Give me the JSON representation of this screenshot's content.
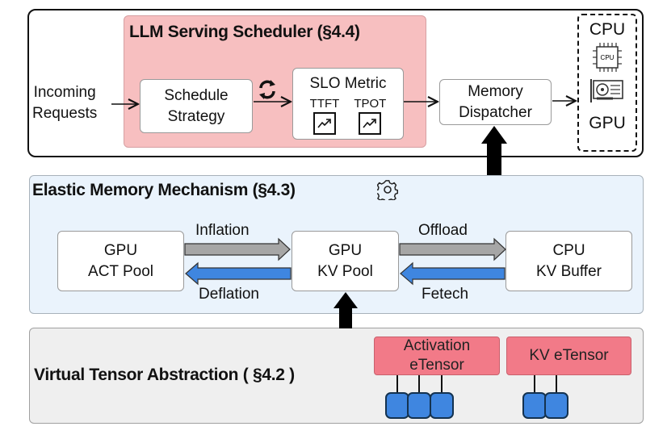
{
  "scheduler": {
    "title": "LLM Serving Scheduler (§4.4)",
    "incoming_line1": "Incoming",
    "incoming_line2": "Requests",
    "schedule_strategy_line1": "Schedule",
    "schedule_strategy_line2": "Strategy",
    "refresh_icon": "refresh-icon",
    "slo_metric": {
      "title": "SLO Metric",
      "metrics": [
        {
          "label": "TTFT",
          "icon": "trend-chart-icon"
        },
        {
          "label": "TPOT",
          "icon": "trend-chart-icon"
        }
      ]
    },
    "memory_dispatcher_line1": "Memory",
    "memory_dispatcher_line2": "Dispatcher",
    "hardware": {
      "cpu_label": "CPU",
      "cpu_chip_text": "CPU",
      "gpu_label": "GPU"
    }
  },
  "elastic_memory": {
    "title": "Elastic Memory Mechanism (§4.3)",
    "gear_icon": "gear-icon",
    "act_pool_line1": "GPU",
    "act_pool_line2": "ACT Pool",
    "kv_pool_line1": "GPU",
    "kv_pool_line2": "KV Pool",
    "cpu_buffer_line1": "CPU",
    "cpu_buffer_line2": "KV Buffer",
    "inflation": "Inflation",
    "deflation": "Deflation",
    "offload": "Offload",
    "fetch": "Fetech",
    "colors": {
      "forward_arrow": "#a6a6a6",
      "backward_arrow": "#3f86e0"
    }
  },
  "virtual_tensor": {
    "title": "Virtual Tensor Abstraction ( §4.2 )",
    "activation_line1": "Activation",
    "activation_line2": "eTensor",
    "kv_etensor": "KV eTensor",
    "activation_blocks": 3,
    "kv_blocks": 2,
    "colors": {
      "etensor": "#f27a88",
      "block": "#3f86e0"
    }
  }
}
